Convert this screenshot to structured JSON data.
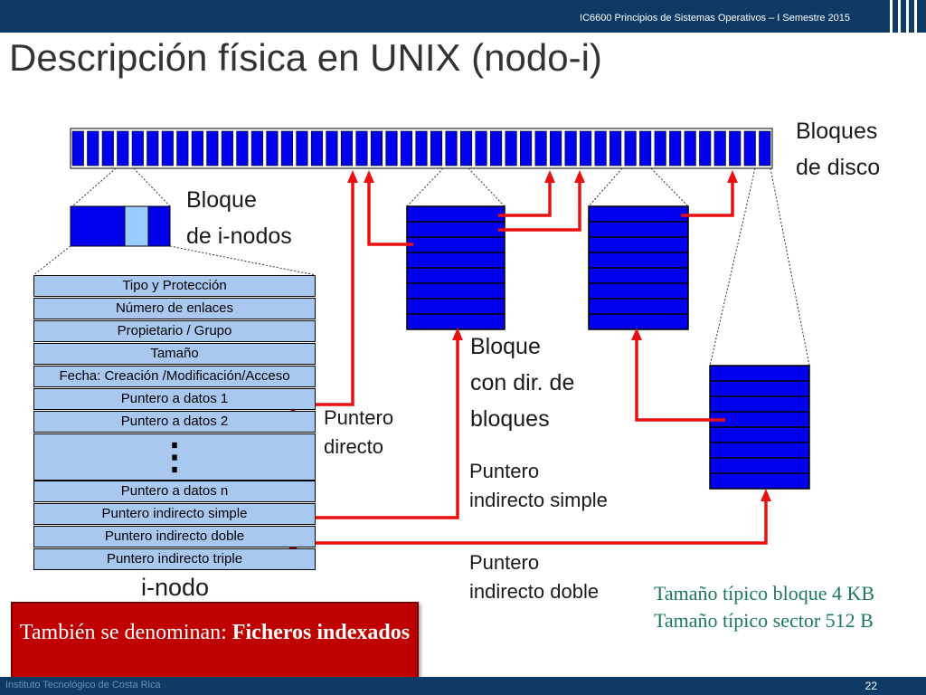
{
  "header": {
    "course": "IC6600 Principios de Sistemas Operativos – I Semestre 2015",
    "title": "Descripción física en UNIX (nodo-i)"
  },
  "diagram": {
    "disk_label": [
      "Bloques",
      "de disco"
    ],
    "inode_block_label": [
      "Bloque",
      "de i-nodos"
    ],
    "inode_fields": [
      "Tipo y Protección",
      "Número de enlaces",
      "Propietario / Grupo",
      "Tamaño",
      "Fecha: Creación /Modificación/Acceso",
      "Puntero a datos 1",
      "Puntero a datos 2",
      "⋮",
      "Puntero a datos n",
      "Puntero indirecto simple",
      "Puntero indirecto doble",
      "Puntero indirecto triple"
    ],
    "inode_label": "i-nodo",
    "pointer_block_label": [
      "Bloque",
      "con dir. de",
      "bloques"
    ],
    "direct_label": [
      "Puntero",
      "directo"
    ],
    "simple_label": [
      "Puntero",
      "indirecto simple"
    ],
    "double_label": [
      "Puntero",
      "indirecto doble"
    ],
    "notes": [
      "Tamaño típico bloque 4 KB",
      "Tamaño típico sector 512 B"
    ],
    "colors": {
      "block": "#0000ee",
      "highlight": "#99ccff",
      "pointer": "#e81010",
      "field": "#a8c8f0"
    }
  },
  "callout": {
    "prefix": "También se denominan: ",
    "bold": "Ficheros indexados"
  },
  "footer": {
    "text": "Instituto Tecnológico de Costa Rica",
    "page": "22"
  }
}
